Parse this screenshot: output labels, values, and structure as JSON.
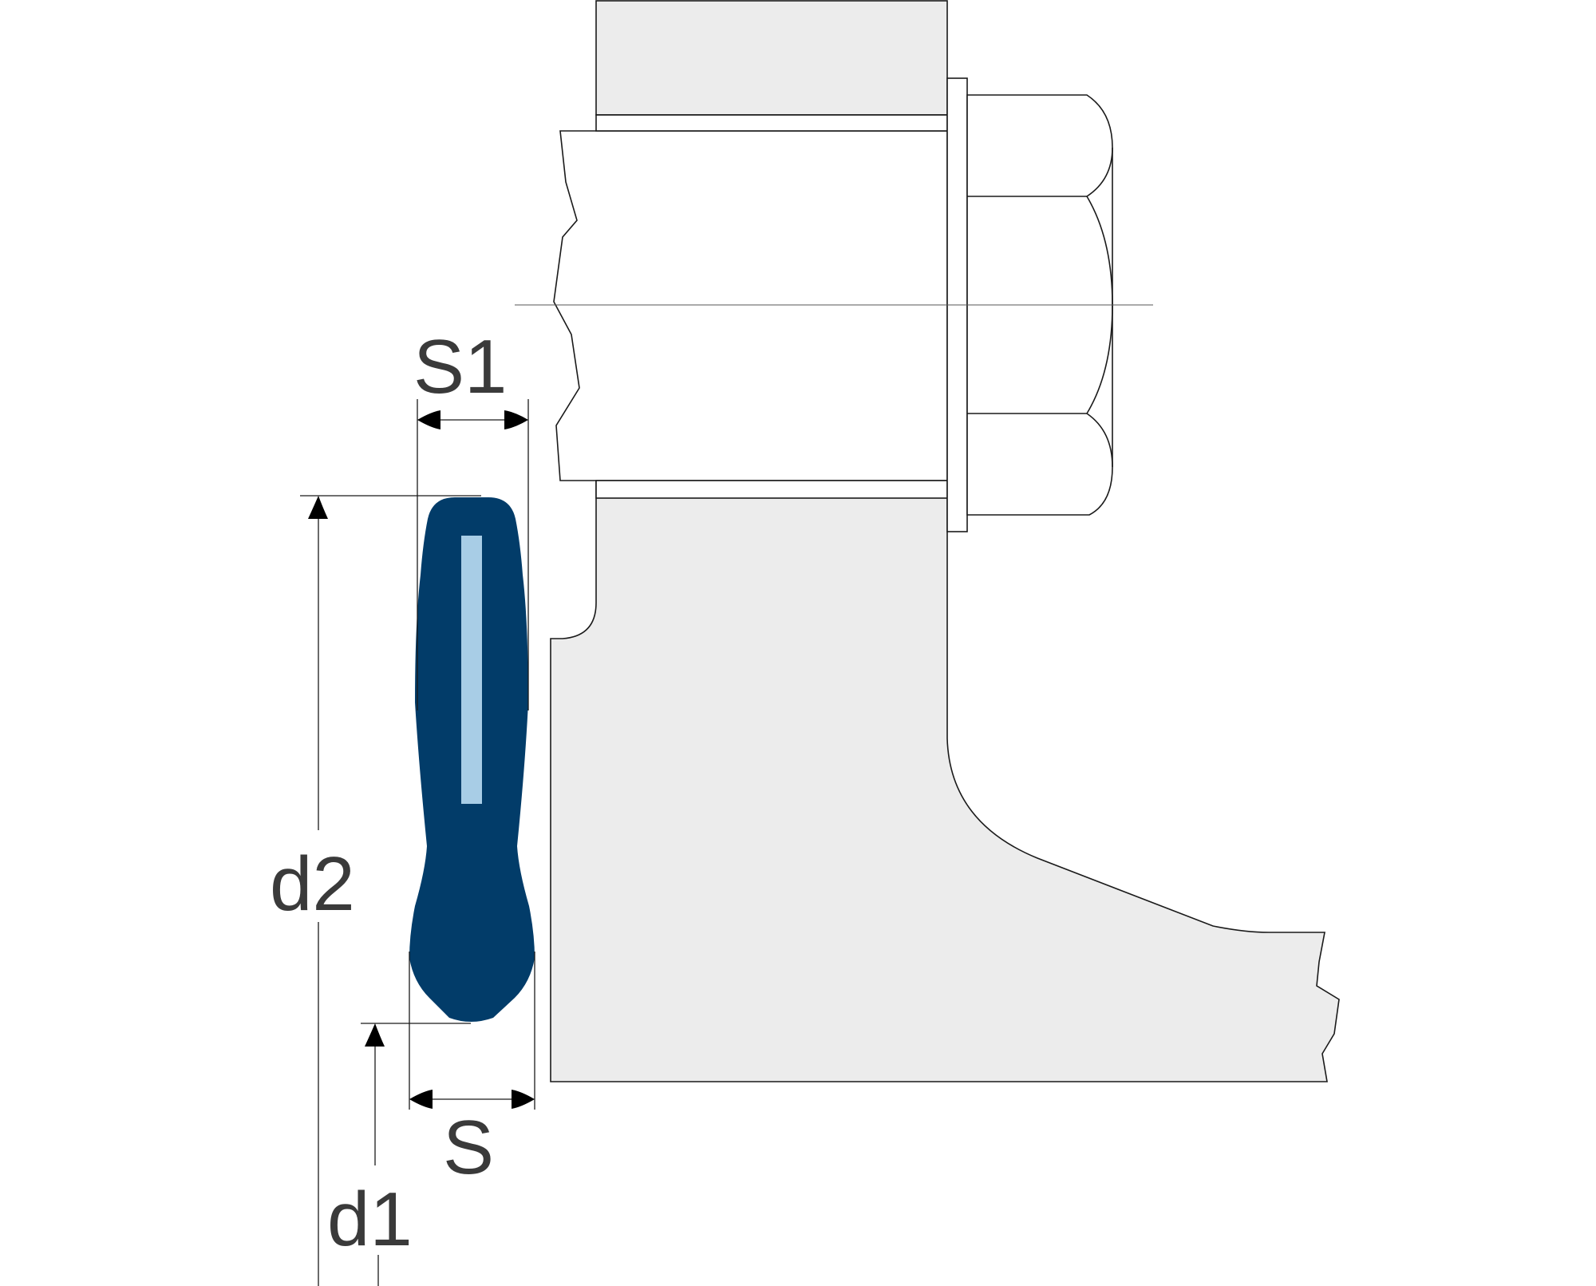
{
  "labels": {
    "s1": "S1",
    "s": "S",
    "d2": "d2",
    "d1": "d1"
  },
  "colors": {
    "seal_body": "#023c69",
    "seal_insert": "#a8cde6",
    "part_fill": "#ececec",
    "line": "#1a1a1a",
    "label_text": "#3a3a3a"
  }
}
